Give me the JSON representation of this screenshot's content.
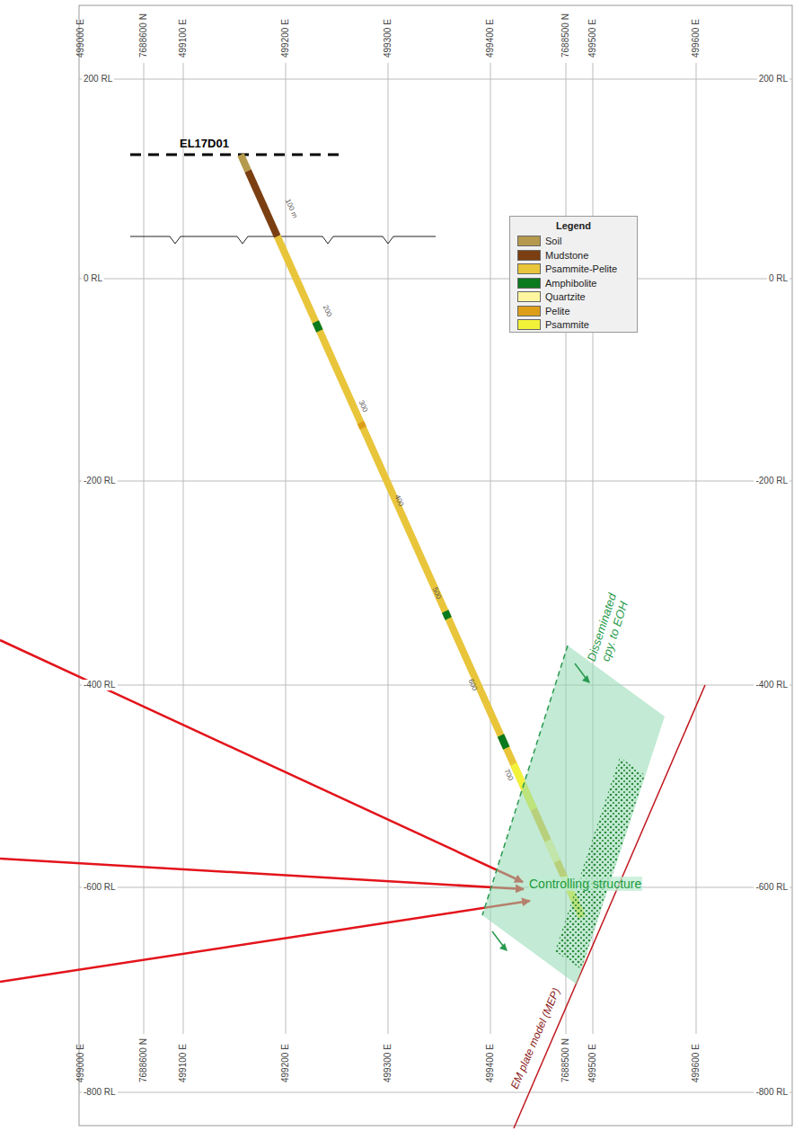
{
  "diagram": {
    "nodes": [
      {
        "text": [
          "Controlling structure"
        ]
      }
    ],
    "labels": [
      "499000 E",
      "7688600 N",
      "499100 E",
      "499200 E",
      "499300 E",
      "499400 E",
      "7688500 N",
      "499500 E",
      "499600 E",
      "499000 E",
      "7688600 N",
      "499100 E",
      "499200 E",
      "499300 E",
      "499400 E",
      "7688500 N",
      "499500 E",
      "499600 E",
      "200 RL",
      "200 RL",
      "0 RL",
      "0 RL",
      "-200 RL",
      "-200 RL",
      "-400 RL",
      "-400 RL",
      "-600 RL",
      "-600 RL",
      "-800 RL",
      "-800 RL",
      "EL17D01",
      "100 m",
      "200",
      "300",
      "400",
      "500",
      "600",
      "700",
      "Legend",
      "Disseminated cpy. to EOH",
      "EM plate model (MEP)"
    ],
    "legend": [
      {
        "text": "Soil",
        "color": "#b59a4e"
      },
      {
        "text": "Mudstone",
        "color": "#7b3f12"
      },
      {
        "text": "Psammite-Pelite",
        "color": "#e8c53a"
      },
      {
        "text": "Amphibolite",
        "color": "#0a7a1e"
      },
      {
        "text": "Quartzite",
        "color": "#fff7a0"
      },
      {
        "text": "Pelite",
        "color": "#dd9e1a"
      },
      {
        "text": "Psammite",
        "color": "#f2f23a"
      }
    ]
  }
}
